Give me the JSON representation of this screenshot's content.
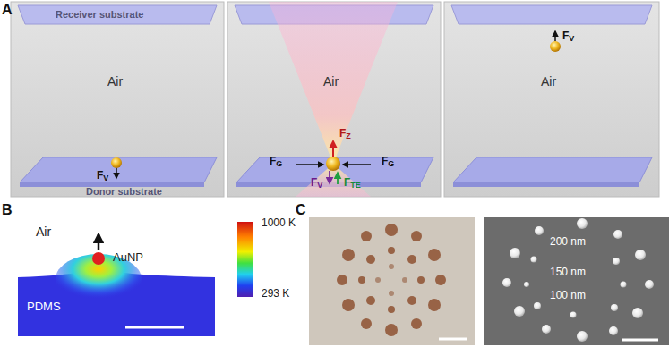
{
  "diagram": {
    "labels": [
      "A",
      "Receiver substrate",
      "Air",
      "Donor substrate",
      "FV",
      "Air",
      "FZ",
      "FG",
      "FG",
      "FV",
      "FTE",
      "Air",
      "FV",
      "B",
      "Air",
      "AuNP",
      "PDMS",
      "1000 K",
      "293 K",
      "C",
      "200 nm",
      "150 nm",
      "100 nm"
    ]
  }
}
